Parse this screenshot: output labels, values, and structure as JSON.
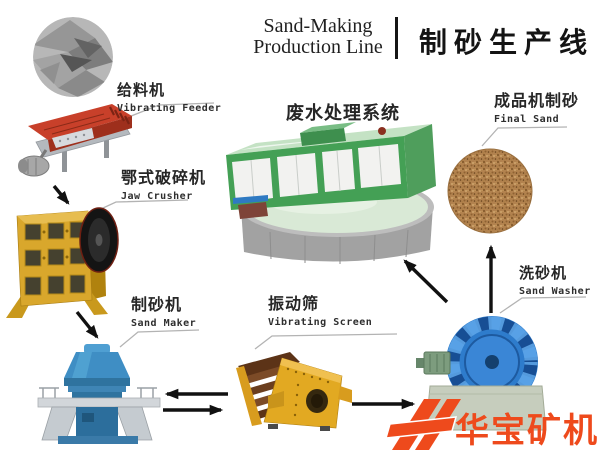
{
  "header": {
    "title_en_line1": "Sand-Making",
    "title_en_line2": "Production Line",
    "title_zh": "制砂生产线"
  },
  "labels": {
    "vibrating_feeder": {
      "zh": "给料机",
      "en": "Vibrating Feeder"
    },
    "jaw_crusher": {
      "zh": "鄂式破碎机",
      "en": "Jaw Crusher"
    },
    "sand_maker": {
      "zh": "制砂机",
      "en": "Sand Maker"
    },
    "vibrating_screen": {
      "zh": "振动筛",
      "en": "Vibrating Screen"
    },
    "sand_washer": {
      "zh": "洗砂机",
      "en": "Sand Washer"
    },
    "final_sand": {
      "zh": "成品机制砂",
      "en": "Final Sand"
    },
    "wastewater_system": {
      "zh": "废水处理系统"
    }
  },
  "logo": {
    "text": "华宝矿机"
  },
  "colors": {
    "logo_orange": "#ee4a1c",
    "feeder_red": "#c8402a",
    "crusher_yellow": "#d9a72c",
    "maker_blue": "#3f8ec4",
    "screen_yellow": "#e2a922",
    "screen_deck_brown": "#6b3e1e",
    "washer_blue": "#2e7ccc",
    "container_green": "#44a055",
    "tank_water_green": "#d9e9d6",
    "sand_brown": "#b2824e",
    "arrow_black": "#111111"
  }
}
